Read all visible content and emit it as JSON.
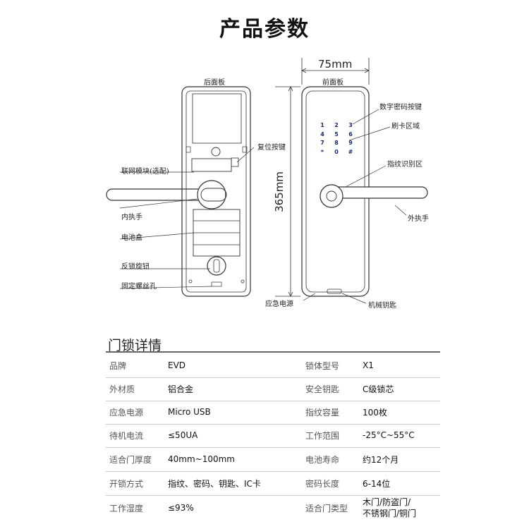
{
  "title": "产品参数",
  "diagram": {
    "width_label": "75mm",
    "height_label": "365mm",
    "back_panel_label": "后面板",
    "front_panel_label": "前面板",
    "callouts_left": [
      "联网模块(选配)",
      "内执手",
      "电池盒",
      "反锁旋钮",
      "固定螺丝孔"
    ],
    "reset_button": "复位按键",
    "callouts_right": [
      "数字密码按键",
      "刷卡区域",
      "指纹识别区",
      "外执手"
    ],
    "emergency_power": "应急电源",
    "mechanical_key": "机械钥匙",
    "keypad_keys": [
      "1",
      "2",
      "3",
      "4",
      "5",
      "6",
      "7",
      "8",
      "9",
      "*",
      "0",
      "#"
    ]
  },
  "details": {
    "title": "门锁详情",
    "rows": [
      {
        "k1": "品牌",
        "v1": "EVD",
        "k2": "锁体型号",
        "v2": "X1"
      },
      {
        "k1": "外材质",
        "v1": "铝合金",
        "k2": "安全钥匙",
        "v2": "C级锁芯"
      },
      {
        "k1": "应急电源",
        "v1": "Micro USB",
        "k2": "指纹容量",
        "v2": "100枚"
      },
      {
        "k1": "待机电流",
        "v1": "≤50UA",
        "k2": "工作范围",
        "v2": "-25°C~55°C"
      },
      {
        "k1": "适合门厚度",
        "v1": "40mm~100mm",
        "k2": "电池寿命",
        "v2": "约12个月"
      },
      {
        "k1": "开锁方式",
        "v1": "指纹、密码、钥匙、IC卡",
        "k2": "密码长度",
        "v2": "6-14位"
      },
      {
        "k1": "工作湿度",
        "v1": "≤93%",
        "k2": "适合门类型",
        "v2a": "木门/防盗门/",
        "v2b": "不锈钢门/铜门"
      }
    ]
  }
}
